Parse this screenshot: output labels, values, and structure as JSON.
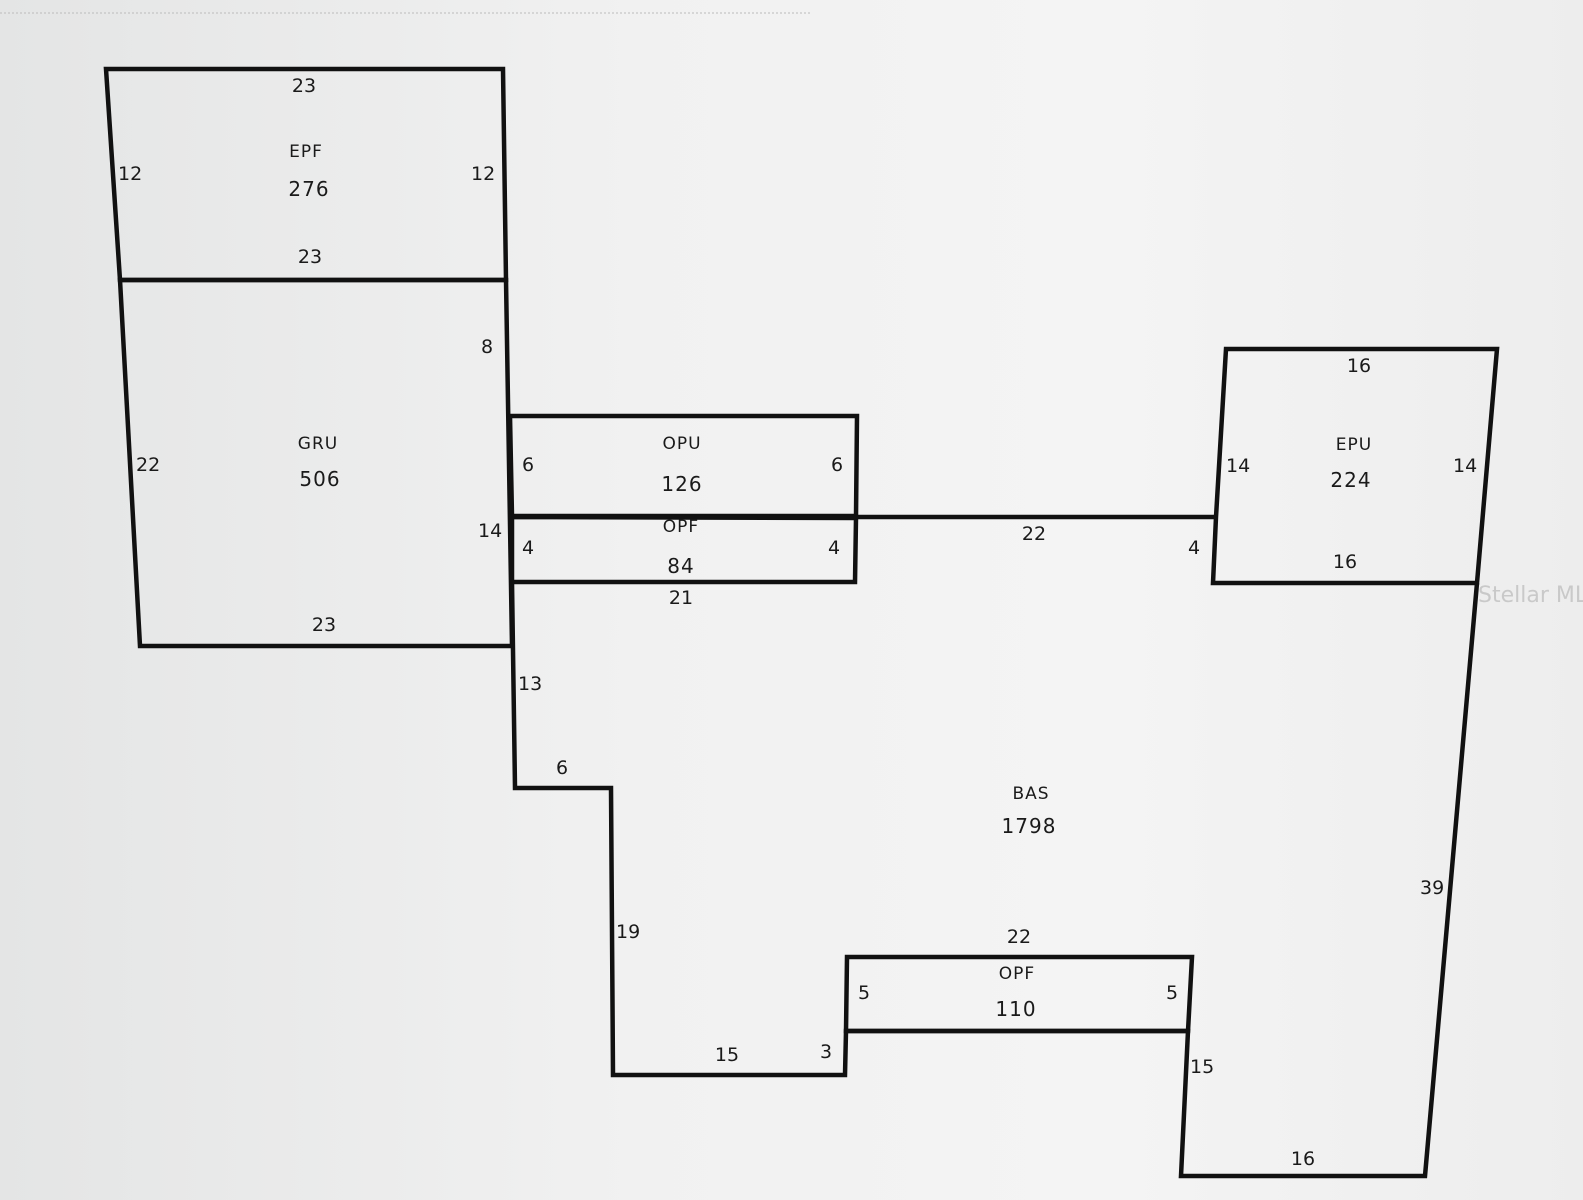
{
  "rooms": {
    "epf_top": {
      "name": "EPF",
      "area": "276",
      "dims": {
        "top": "23",
        "left": "12",
        "right": "12",
        "bottom": "23"
      }
    },
    "gru": {
      "name": "GRU",
      "area": "506",
      "dims": {
        "left": "22",
        "right_upper": "8",
        "right_lower": "14",
        "bottom": "23"
      }
    },
    "opu": {
      "name": "OPU",
      "area": "126",
      "dims": {
        "left": "6",
        "right": "6"
      }
    },
    "opf_mid": {
      "name": "OPF",
      "area": "84",
      "dims": {
        "left": "4",
        "right": "4",
        "bottom": "21"
      }
    },
    "epu": {
      "name": "EPU",
      "area": "224",
      "dims": {
        "top": "16",
        "left": "14",
        "right": "14",
        "bottom": "16",
        "lower_left": "4"
      }
    },
    "bas": {
      "name": "BAS",
      "area": "1798",
      "dims": {
        "top_connector": "22",
        "left_upper": "13",
        "step": "6",
        "left_lower": "19",
        "bottom_left": "15",
        "notch": "3",
        "right_lower": "15",
        "bottom_right": "16",
        "right": "39"
      }
    },
    "opf_bottom": {
      "name": "OPF",
      "area": "110",
      "dims": {
        "top": "22",
        "left": "5",
        "right": "5"
      }
    }
  },
  "watermark": "Stellar MLS"
}
